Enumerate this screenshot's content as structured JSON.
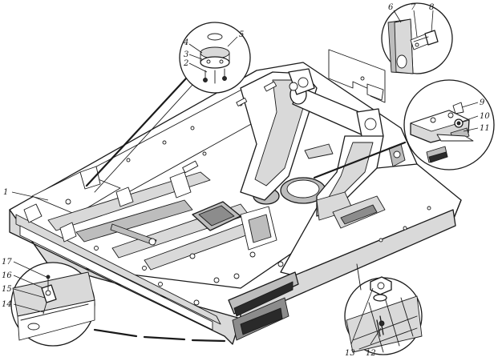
{
  "labels": [
    "1",
    "2",
    "3",
    "4",
    "5",
    "6",
    "7",
    "8",
    "9",
    "10",
    "11",
    "12",
    "13",
    "14",
    "15",
    "16",
    "17"
  ],
  "colors": {
    "ink": "#1a1a1a",
    "shade": "#bdbdbd",
    "paper": "#ffffff"
  }
}
